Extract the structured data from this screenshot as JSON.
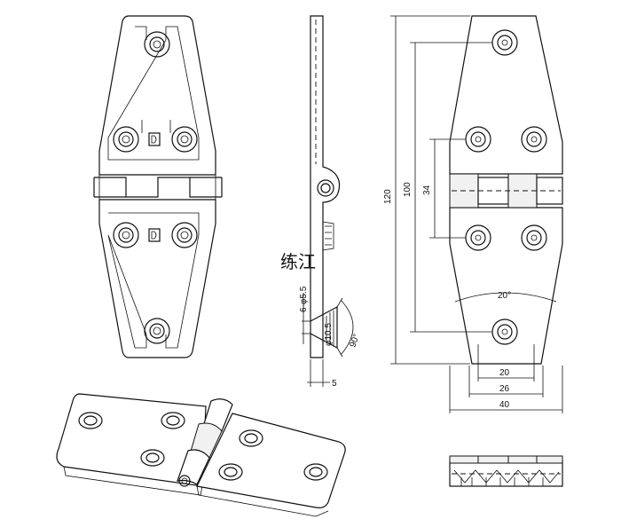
{
  "dimensions": {
    "height_total": "120",
    "height_outer_holes": "100",
    "height_inner_holes": "34",
    "angle": "20°",
    "width_holes_inner": "20",
    "width_holes_outer": "26",
    "width_total": "40",
    "holes_spec": "6-φ5.5",
    "countersink_dia": "φ10.5",
    "countersink_angle": "90°",
    "thickness": "5"
  },
  "watermark": "练江",
  "colors": {
    "line": "#111111",
    "background": "#ffffff",
    "shade": "#f1f1f1"
  }
}
